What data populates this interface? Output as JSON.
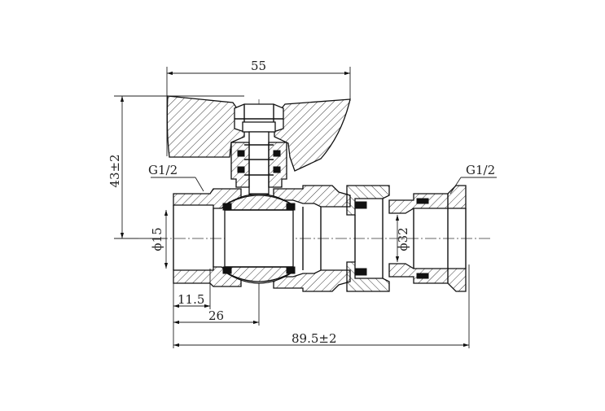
{
  "dimensions": {
    "width_top": "55",
    "height_left": "43±2",
    "thread_left": "G1/2",
    "thread_right": "G1/2",
    "bore_diameter": "ϕ15",
    "nut_diameter": "ϕ32",
    "thread_length": "11.5",
    "center_distance": "26",
    "total_length": "89.5±2"
  }
}
